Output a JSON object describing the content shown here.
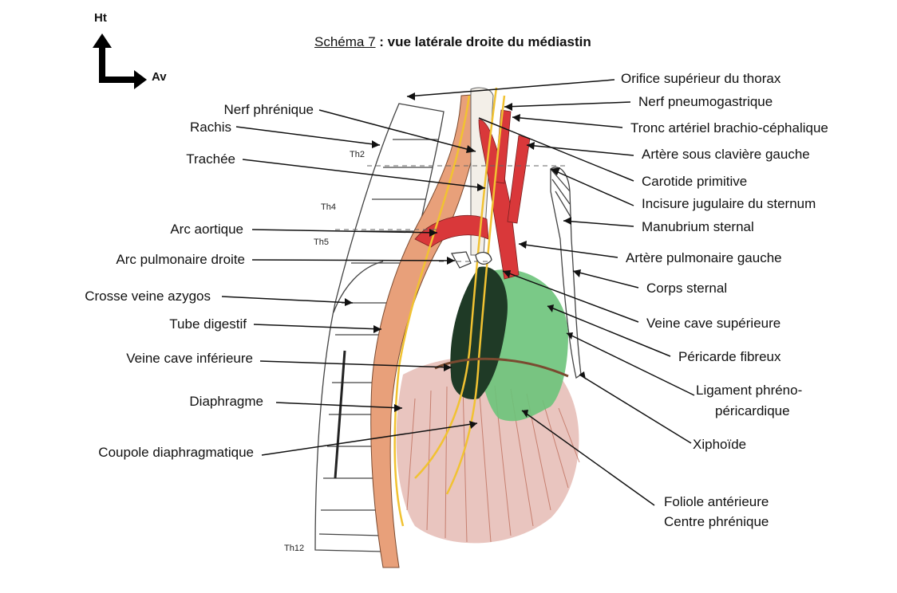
{
  "title": {
    "prefix": "Schéma 7",
    "rest": " : vue latérale droite du médiastin"
  },
  "orientation": {
    "up": "Ht",
    "forward": "Av"
  },
  "vertebrae": [
    "Th2",
    "Th4",
    "Th5",
    "Th12"
  ],
  "labels_left": [
    "Nerf phrénique",
    "Rachis",
    "Trachée",
    "Arc aortique",
    "Arc pulmonaire droite",
    "Crosse veine azygos",
    "Tube digestif",
    "Veine cave inférieure",
    "Diaphragme",
    "Coupole diaphragmatique"
  ],
  "labels_right": [
    "Orifice supérieur du thorax",
    "Nerf pneumogastrique",
    "Tronc artériel brachio-céphalique",
    "Artère sous clavière gauche",
    "Carotide primitive",
    "Incisure jugulaire du sternum",
    "Manubrium sternal",
    "Artère pulmonaire gauche",
    "Corps sternal",
    "Veine cave supérieure",
    "Péricarde fibreux",
    "Ligament phréno-",
    "péricardique",
    "Xiphoïde",
    "Foliole antérieure",
    "Centre phrénique"
  ],
  "colors": {
    "artery": "#d9383a",
    "digestive": "#e8a07a",
    "pericardium": "#6cc37a",
    "heart_dark": "#1f3a26",
    "diaphragm": "#c87a64",
    "nerve": "#f1c232"
  }
}
